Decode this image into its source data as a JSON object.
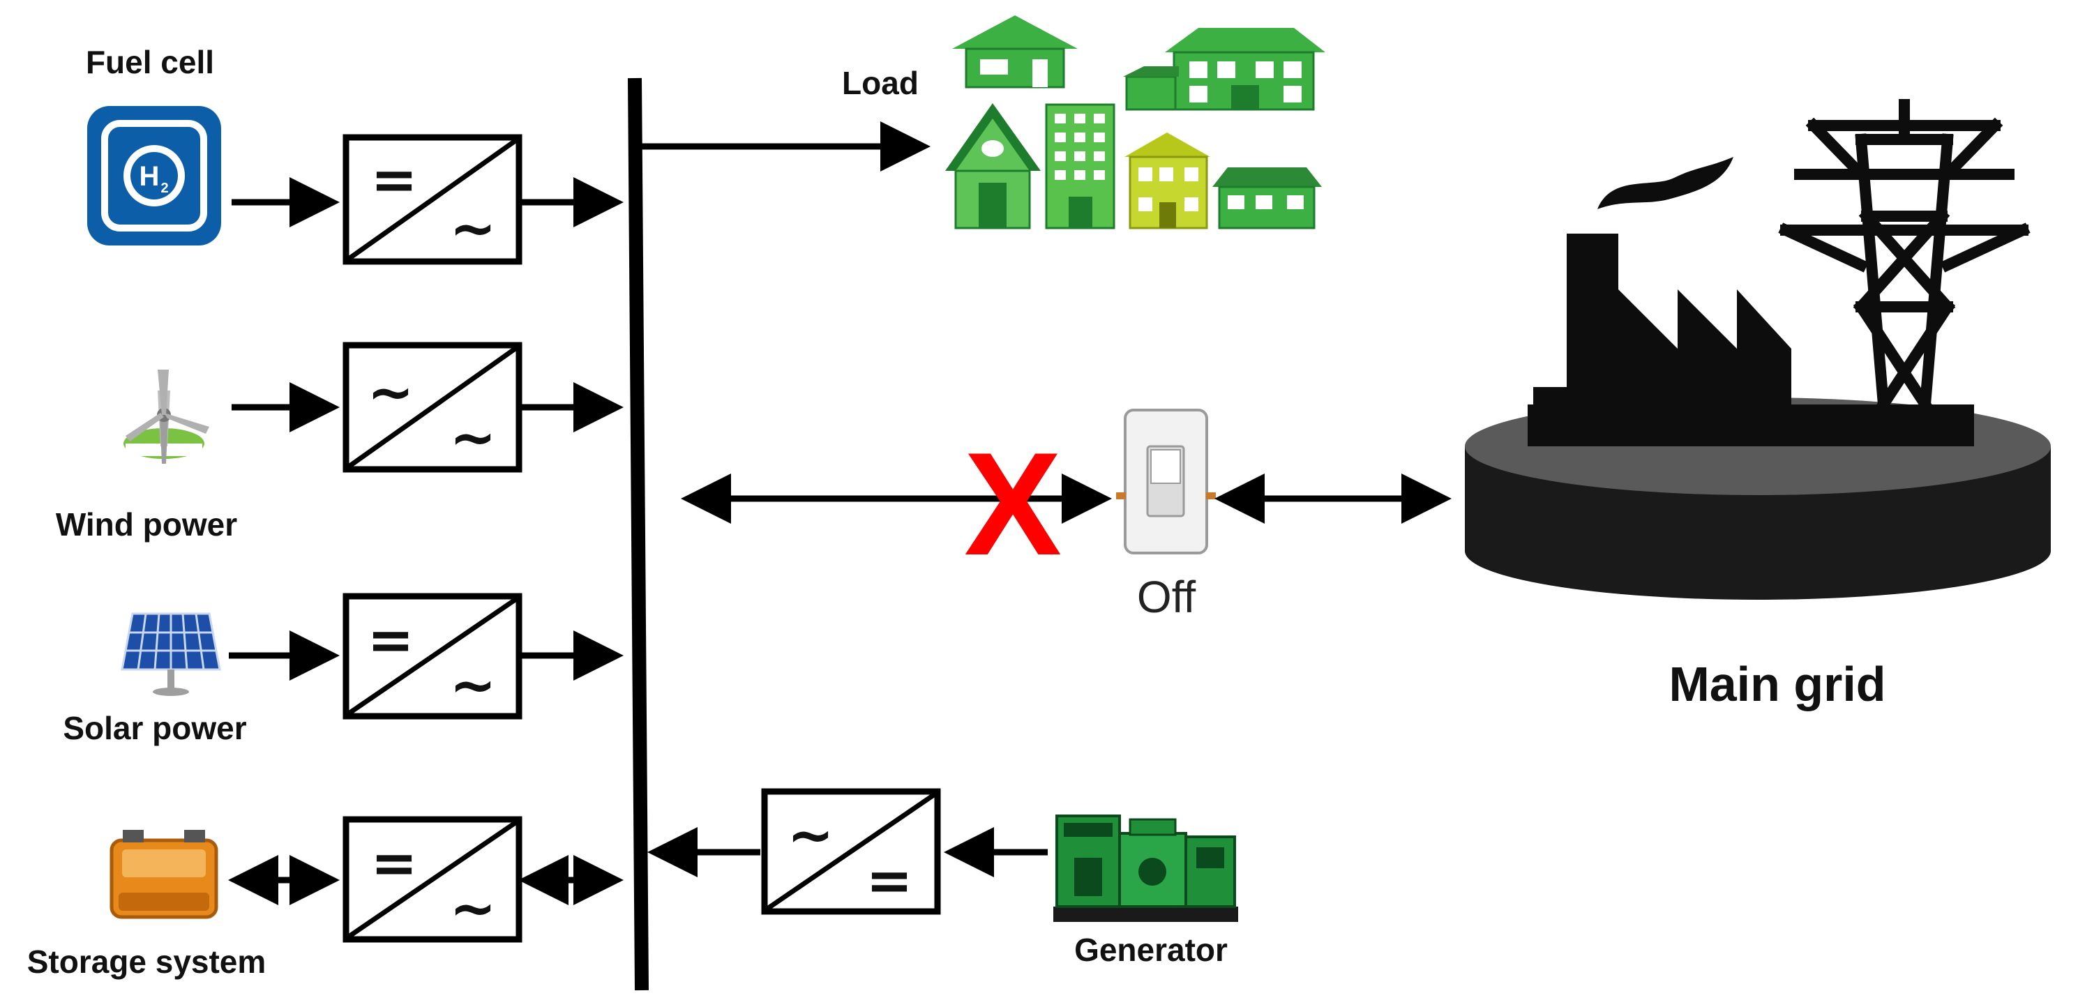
{
  "labels": {
    "fuel_cell": "Fuel cell",
    "fuel_cell_icon_text": "H",
    "fuel_cell_icon_sub": "2",
    "wind_power": "Wind power",
    "solar_power": "Solar power",
    "storage_system": "Storage system",
    "load": "Load",
    "generator": "Generator",
    "switch_state": "Off",
    "main_grid": "Main grid",
    "disconnect_mark": "X"
  },
  "converters": {
    "fuel_cell": {
      "top": "=",
      "bottom": "~"
    },
    "wind_power": {
      "top": "~",
      "bottom": "~"
    },
    "solar_power": {
      "top": "=",
      "bottom": "~"
    },
    "storage_system": {
      "top": "=",
      "bottom": "~"
    },
    "generator": {
      "top": "~",
      "bottom": "="
    }
  },
  "icons": {
    "fuel_cell": "hydrogen-fuel-cell-icon",
    "wind_power": "wind-turbine-icon",
    "solar_power": "solar-panel-icon",
    "storage_system": "battery-icon",
    "load": "houses-icon",
    "generator": "diesel-generator-icon",
    "switch": "toggle-switch-icon",
    "main_grid": "factory-and-transmission-tower-icon"
  },
  "colors": {
    "line": "#000000",
    "disconnect": "#ff0000",
    "fuel_cell_blue": "#1565c0",
    "house_green": "#3cb043",
    "generator_green": "#1f8f3a",
    "battery_orange": "#e8891c",
    "grid_dark": "#111111"
  }
}
